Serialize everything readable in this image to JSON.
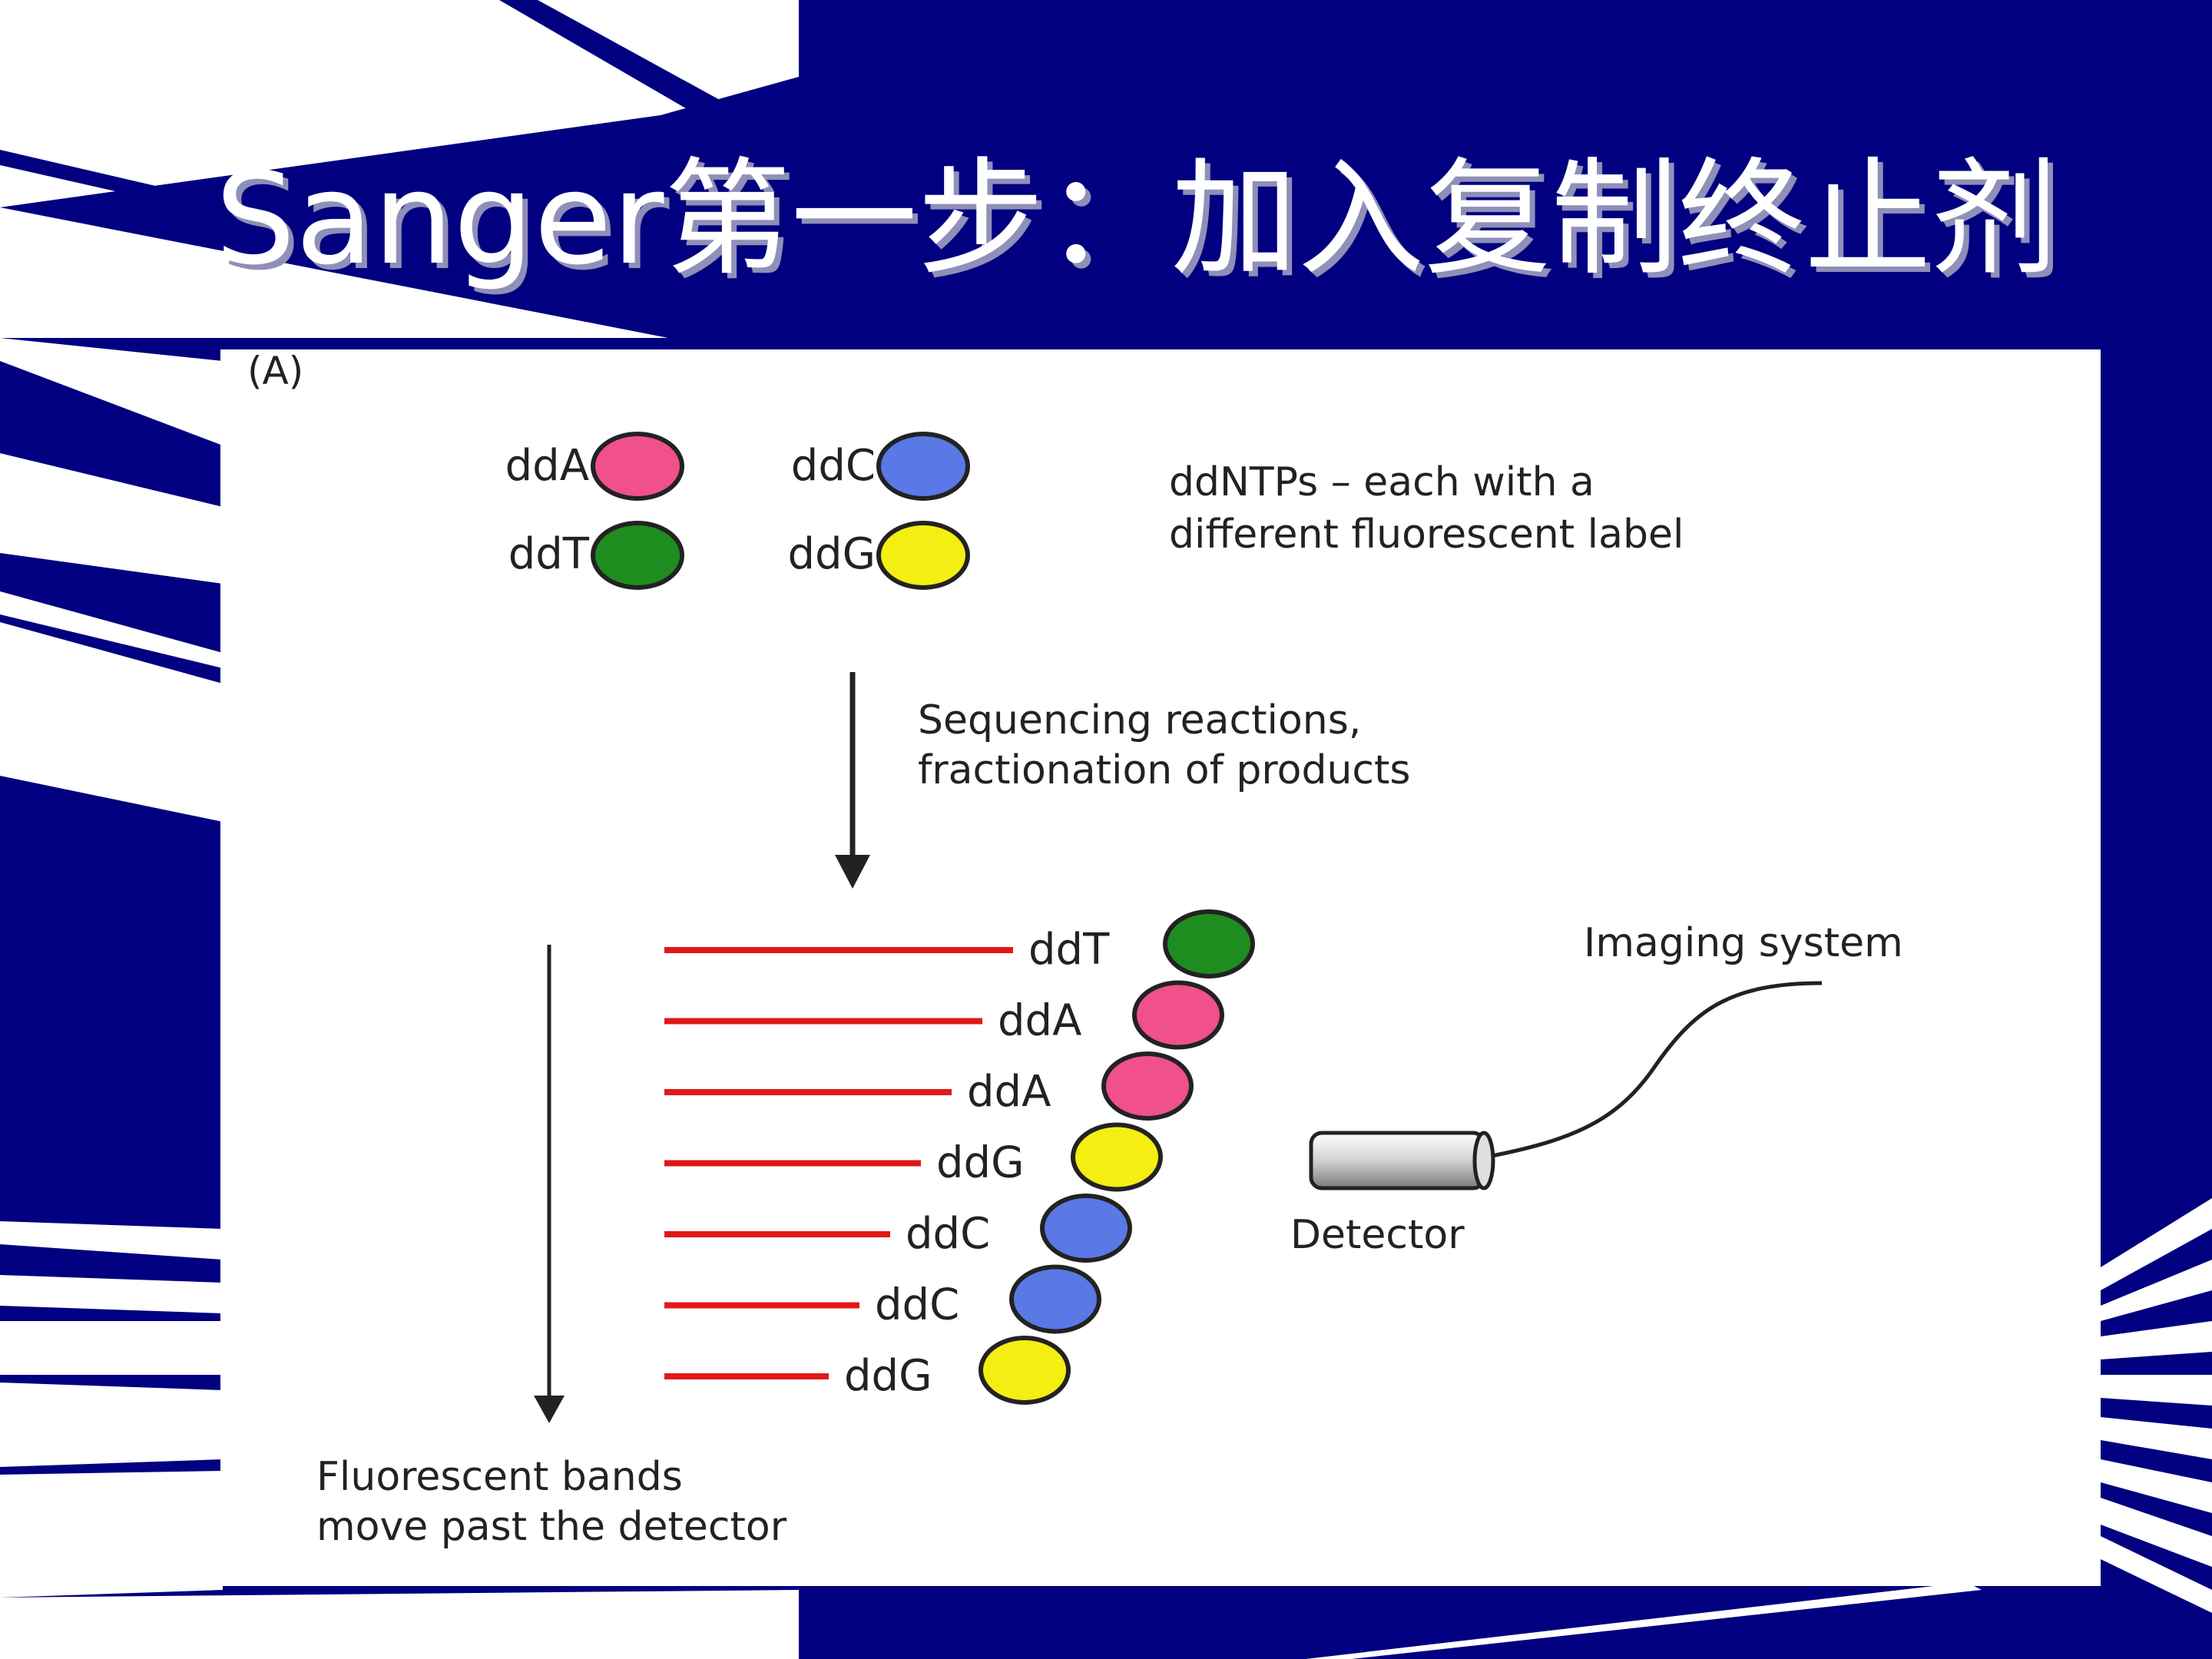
{
  "title": "Sanger第一步：加入复制终止剂",
  "colors": {
    "background": "#000080",
    "stripe": "#ffffff",
    "ddA": "#f0508c",
    "ddC": "#5a78e6",
    "ddT": "#1f8c1f",
    "ddG": "#f5ee12",
    "band": "#e01818",
    "arrow": "#222222"
  },
  "figure": {
    "panel_label": "(A)",
    "legend": {
      "items": [
        {
          "label": "ddA",
          "base": "A",
          "color": "#f0508c"
        },
        {
          "label": "ddC",
          "base": "C",
          "color": "#5a78e6"
        },
        {
          "label": "ddT",
          "base": "T",
          "color": "#1f8c1f"
        },
        {
          "label": "ddG",
          "base": "G",
          "color": "#f5ee12"
        }
      ],
      "description_line1": "ddNTPs – each with a",
      "description_line2": "different fluorescent label"
    },
    "step": {
      "line1": "Sequencing reactions,",
      "line2": "fractionation of products"
    },
    "bands": [
      {
        "label": "ddT",
        "color": "#1f8c1f"
      },
      {
        "label": "ddA",
        "color": "#f0508c"
      },
      {
        "label": "ddA",
        "color": "#f0508c"
      },
      {
        "label": "ddG",
        "color": "#f5ee12"
      },
      {
        "label": "ddC",
        "color": "#5a78e6"
      },
      {
        "label": "ddC",
        "color": "#5a78e6"
      },
      {
        "label": "ddG",
        "color": "#f5ee12"
      }
    ],
    "imaging_label": "Imaging system",
    "detector_label": "Detector",
    "caption_line1": "Fluorescent bands",
    "caption_line2": "move past the detector"
  }
}
